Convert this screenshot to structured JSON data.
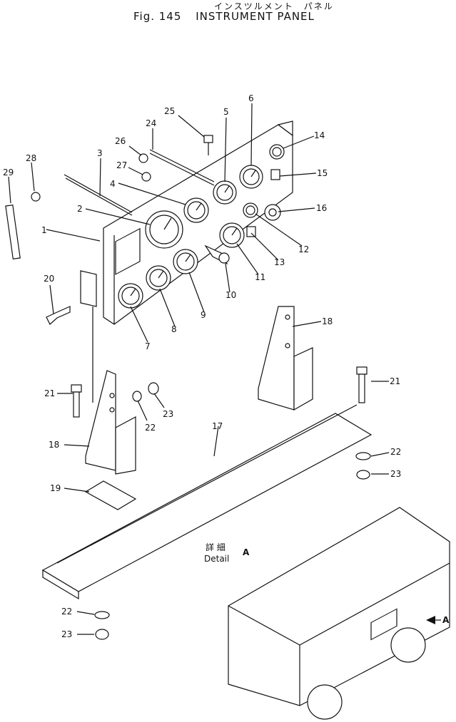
{
  "header": {
    "japanese_title": "インスツルメント　パネル",
    "fig_label": "Fig. 145",
    "english_title": "INSTRUMENT PANEL"
  },
  "callouts": [
    "1",
    "2",
    "3",
    "4",
    "5",
    "6",
    "7",
    "8",
    "9",
    "10",
    "11",
    "12",
    "13",
    "14",
    "15",
    "16",
    "17",
    "18",
    "18",
    "19",
    "20",
    "21",
    "21",
    "22",
    "22",
    "22",
    "23",
    "23",
    "23",
    "24",
    "25",
    "26",
    "27",
    "28",
    "29"
  ],
  "detail": {
    "japanese": "詳 細",
    "label": "Detail",
    "letter": "A",
    "arrow_letter": "A"
  }
}
